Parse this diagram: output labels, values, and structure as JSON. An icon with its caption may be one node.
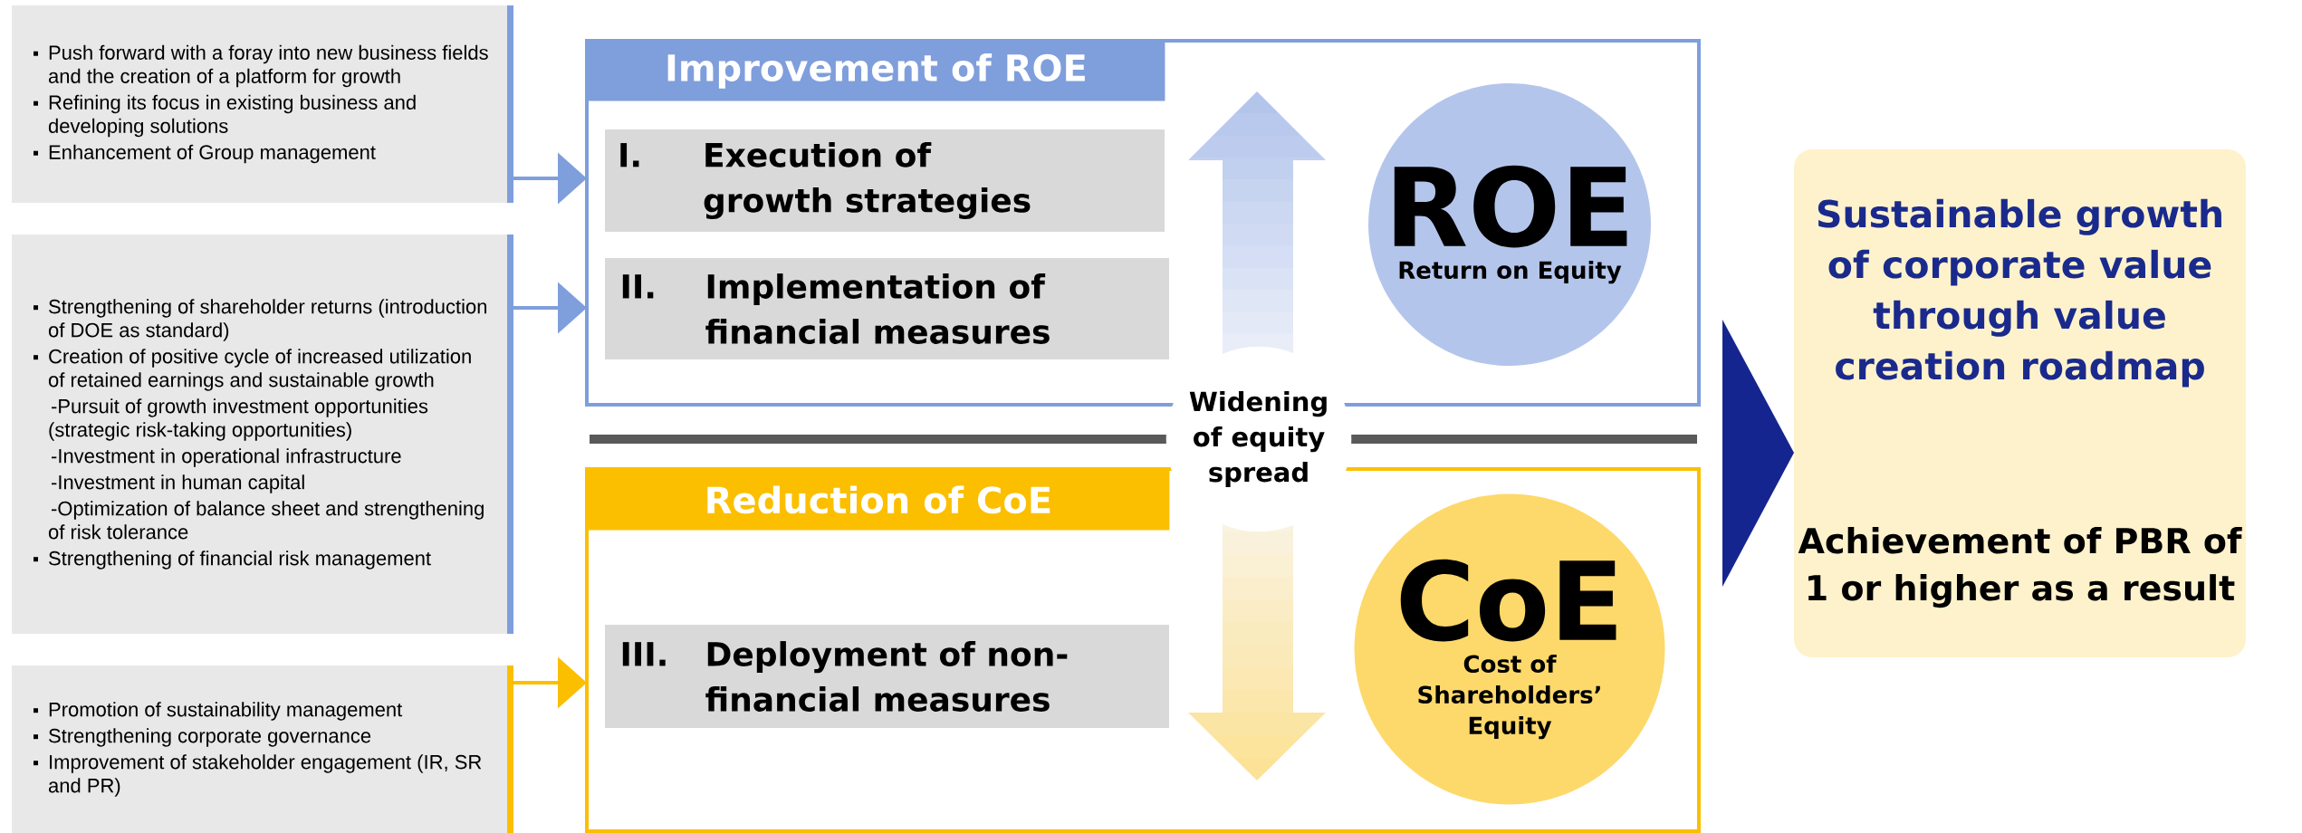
{
  "diagram": {
    "nodes": [
      {
        "text": [
          "Push forward with a foray into new business fields and the creation of a platform for growth",
          "Refining its focus in existing business and developing solutions",
          "Enhancement of Group management"
        ]
      },
      {
        "text": [
          "Strengthening of shareholder returns (introduction of DOE as standard)",
          "Creation of positive cycle of increased utilization of retained earnings and sustainable growth",
          "-Pursuit of growth investment opportunities (strategic risk-taking opportunities)",
          "-Investment in operational infrastructure",
          "-Investment in human capital",
          "-Optimization of balance sheet and strengthening of risk tolerance",
          "Strengthening of financial risk management"
        ]
      },
      {
        "text": [
          "Promotion of sustainability management",
          "Strengthening corporate governance",
          "Improvement of stakeholder engagement (IR, SR and PR)"
        ]
      },
      {
        "text": [
          "Improvement of ROE"
        ]
      },
      {
        "text": [
          "I.",
          "Execution of growth strategies"
        ],
        "in": 3
      },
      {
        "text": [
          "II.",
          "Implementation of financial measures"
        ],
        "in": 3
      },
      {
        "text": [
          "ROE",
          "Return on Equity"
        ],
        "in": 3
      },
      {
        "text": [
          "Reduction of CoE"
        ]
      },
      {
        "text": [
          "III.",
          "Deployment of non-financial measures"
        ],
        "in": 7
      },
      {
        "text": [
          "CoE",
          "Cost of Shareholders’ Equity"
        ],
        "in": 7
      },
      {
        "text": [
          "Sustainable growth of corporate value through value creation roadmap",
          "Achievement of PBR of 1 or higher as a result"
        ]
      }
    ],
    "edges": [
      {
        "from": 0,
        "to": 3,
        "arrow": "to"
      },
      {
        "from": 1,
        "to": 3,
        "arrow": "to"
      },
      {
        "from": 2,
        "to": 7,
        "arrow": "to",
        "color": "#fbbf00"
      },
      {
        "from": null,
        "to": 10,
        "arrow": "to",
        "color": "#15258f"
      }
    ],
    "labels": [
      "Widening of equity spread"
    ]
  }
}
